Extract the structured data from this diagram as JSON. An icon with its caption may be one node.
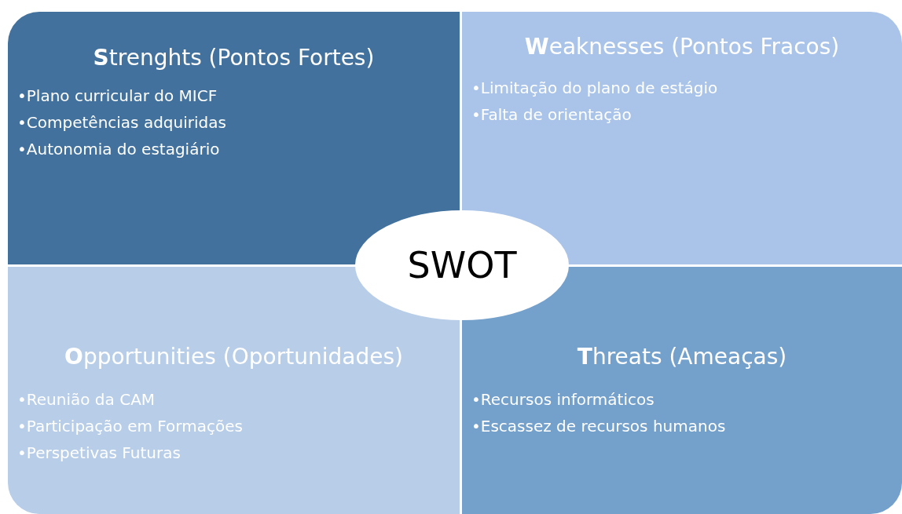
{
  "diagram": {
    "nodes": [
      {
        "text": [
          "**S**trenghts (Pontos Fortes)",
          "•Plano curricular do MICF",
          "•Competências adquiridas",
          "•Autonomia do estagiário"
        ]
      },
      {
        "text": [
          "**W**eaknesses (Pontos Fracos)",
          "•Limitação do plano de estágio",
          "•Falta de orientação"
        ]
      },
      {
        "text": [
          "**O**pportunities (Oportunidades)",
          "•Reunião da CAM",
          "•Participação em Formações",
          "•Perspetivas Futuras"
        ]
      },
      {
        "text": [
          "**T**hreats (Ameaças)",
          "•Recursos informáticos",
          "•Escassez de recursos humanos"
        ]
      },
      {
        "text": [
          "SWOT"
        ]
      }
    ]
  }
}
